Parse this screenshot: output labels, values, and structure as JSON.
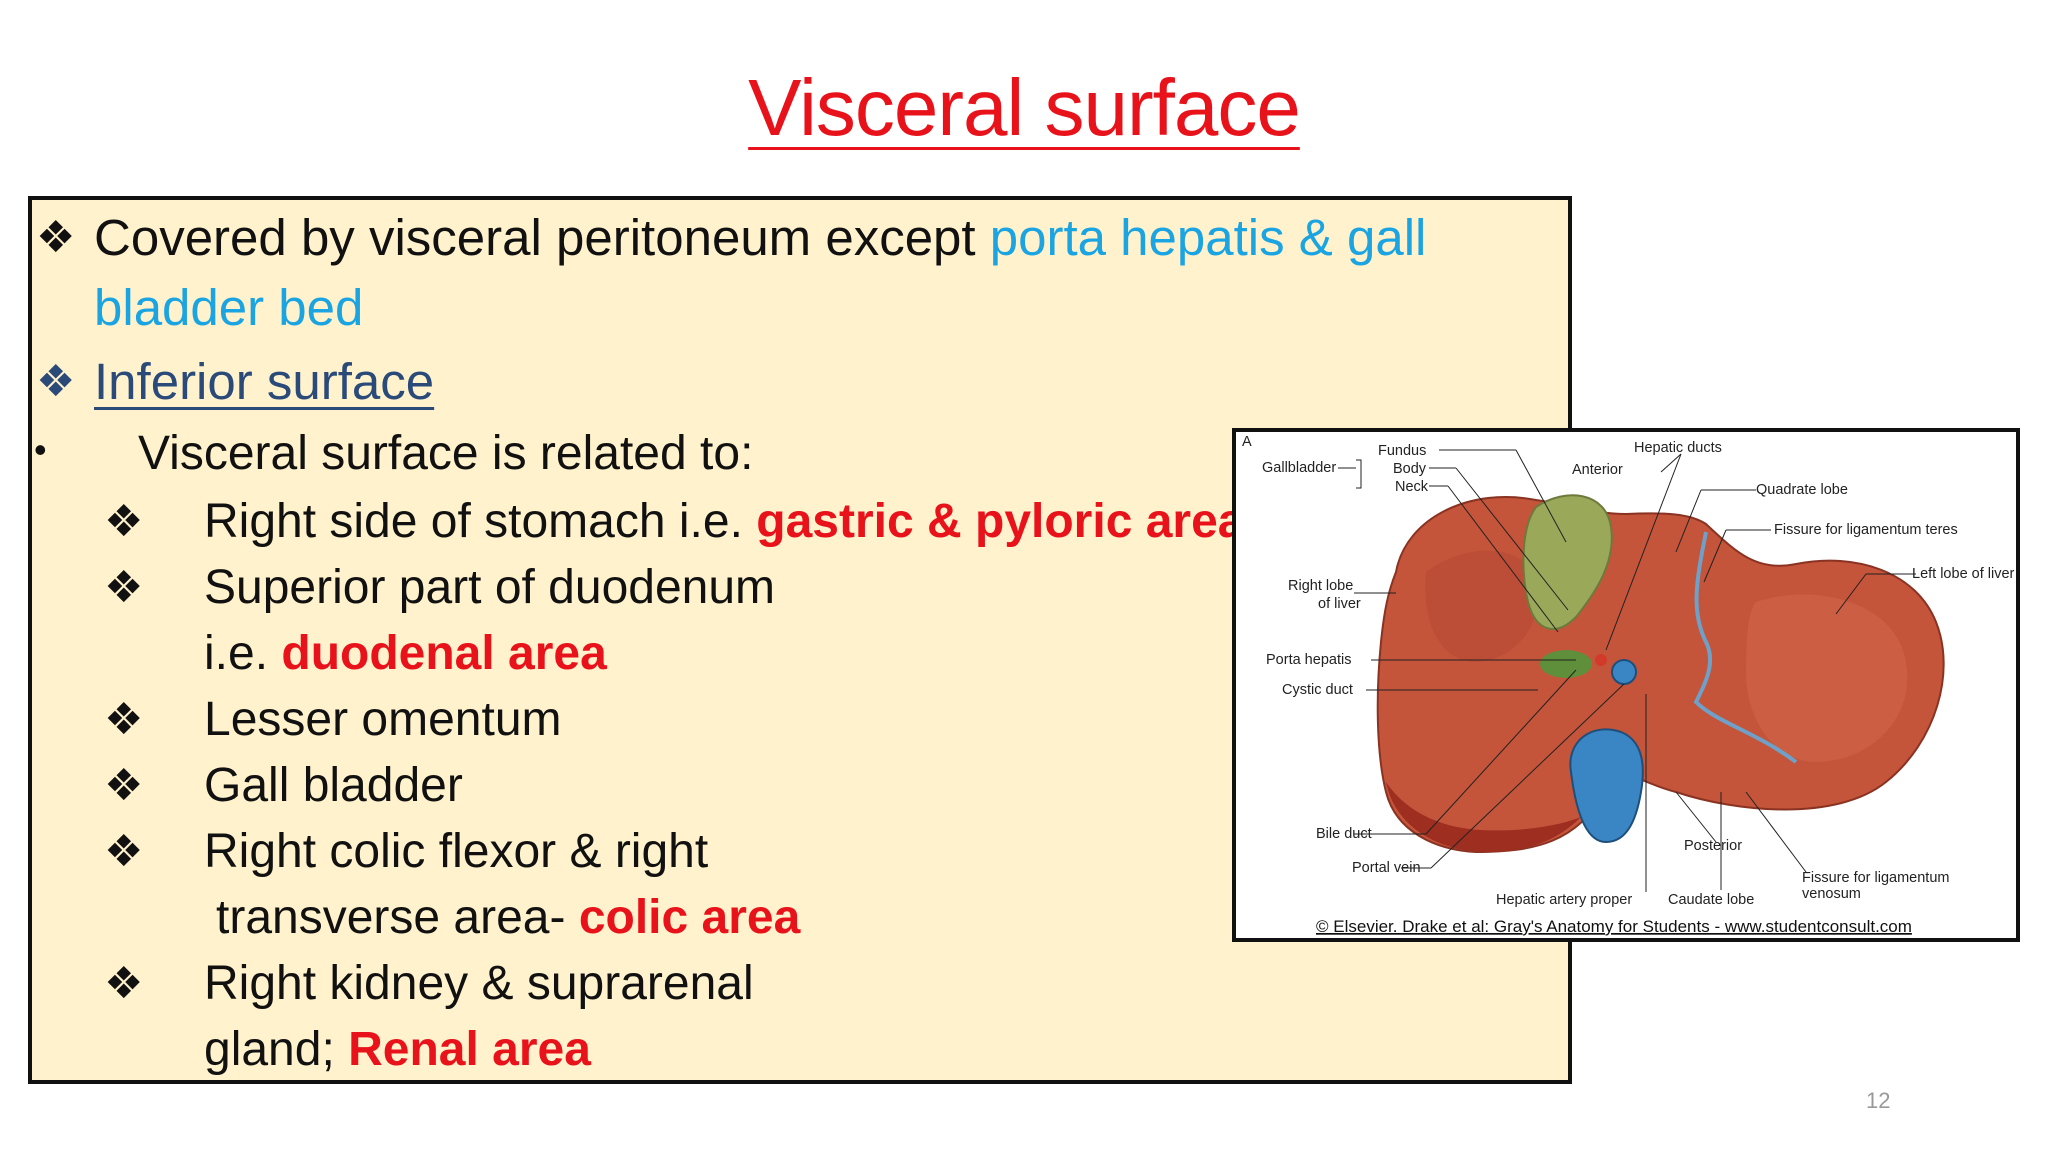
{
  "title": "Visceral surface",
  "box": {
    "l1a": "Covered by visceral peritoneum except ",
    "l1b": "porta hepatis & gall",
    "l2": "bladder bed",
    "l3": "Inferior surface",
    "bullet": "•",
    "l4": "Visceral surface is related to:",
    "i1a": "Right side of stomach i.e. ",
    "i1b": "gastric & pyloric areas",
    "i2": "Superior part of duodenum",
    "i2ba": "i.e. ",
    "i2bb": "duodenal area",
    "i3": "Lesser omentum",
    "i4": "Gall bladder",
    "i5": "Right colic flexor & right",
    "i5ba": "transverse area- ",
    "i5bb": "colic area",
    "i6": "Right kidney & suprarenal",
    "i6ba": "gland; ",
    "i6bb": "Renal area",
    "diamond": "❖"
  },
  "figure": {
    "corner": "A",
    "gallbladder": "Gallbladder",
    "fundus": "Fundus",
    "body": "Body",
    "neck": "Neck",
    "anterior": "Anterior",
    "hepatic_ducts": "Hepatic ducts",
    "quadrate_lobe": "Quadrate lobe",
    "fissure_teres": "Fissure for ligamentum teres",
    "left_lobe": "Left lobe of liver",
    "right_lobe_1": "Right lobe",
    "right_lobe_2": "of liver",
    "porta_hepatis": "Porta hepatis",
    "cystic_duct": "Cystic duct",
    "bile_duct": "Bile duct",
    "portal_vein": "Portal vein",
    "posterior": "Posterior",
    "fissure_venosum_1": "Fissure for ligamentum",
    "fissure_venosum_2": "venosum",
    "hepatic_artery": "Hepatic artery proper",
    "caudate_lobe": "Caudate lobe",
    "credit": "© Elsevier. Drake et al: Gray's Anatomy for Students - www.studentconsult.com"
  },
  "page_number": "12",
  "colors": {
    "title": "#e8121b",
    "highlight_blue": "#1ba4e2",
    "highlight_red": "#e8121b",
    "box_bg": "#fff2cc",
    "liver": "#c4543a",
    "gallbladder": "#9aa85a",
    "vein": "#3a86c4"
  }
}
